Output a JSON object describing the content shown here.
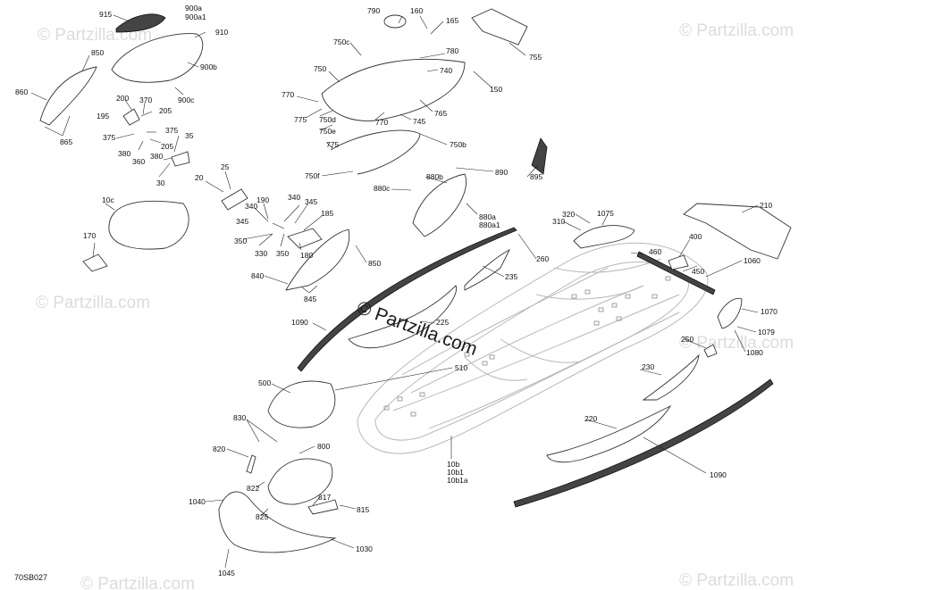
{
  "diagram_code": "70SB027",
  "watermark": "© Partzilla.com",
  "center_watermark": "© Partzilla.com",
  "callouts": {
    "c915": "915",
    "c900a": "900a",
    "c900a1": "900a1",
    "c910": "910",
    "c850a": "850",
    "c860": "860",
    "c865": "865",
    "c900b": "900b",
    "c900c": "900c",
    "c200": "200",
    "c370": "370",
    "c205a": "205",
    "c195": "195",
    "c375a": "375",
    "c375b": "375",
    "c380a": "380",
    "c360": "360",
    "c380b": "380",
    "c205b": "205",
    "c35": "35",
    "c30": "30",
    "c10c": "10c",
    "c170": "170",
    "c25": "25",
    "c20": "20",
    "c190": "190",
    "c340a": "340",
    "c340b": "340",
    "c345a": "345",
    "c345b": "345",
    "c185": "185",
    "c350a": "350",
    "c330": "330",
    "c350b": "350",
    "c180": "180",
    "c850b": "850",
    "c840": "840",
    "c845": "845",
    "c790": "790",
    "c160": "160",
    "c165": "165",
    "c755": "755",
    "c750c": "750c",
    "c780": "780",
    "c750": "750",
    "c740": "740",
    "c150": "150",
    "c770a": "770",
    "c775a": "775",
    "c750d": "750d",
    "c770b": "770",
    "c745": "745",
    "c765": "765",
    "c750e": "750e",
    "c775b": "775",
    "c750b": "750b",
    "c750f": "750f",
    "c890": "890",
    "c895": "895",
    "c880b": "880b",
    "c880c": "880c",
    "c880a": "880a",
    "c880a1": "880a1",
    "c210": "210",
    "c320": "320",
    "c310": "310",
    "c1075": "1075",
    "c400": "400",
    "c460": "460",
    "c450": "450",
    "c1060": "1060",
    "c260": "260",
    "c235": "235",
    "c1090a": "1090",
    "c225": "225",
    "c1070": "1070",
    "c1079": "1079",
    "c1080": "1080",
    "c250": "250",
    "c230": "230",
    "c220": "220",
    "c1090b": "1090",
    "c510": "510",
    "c500": "500",
    "c830": "830",
    "c800": "800",
    "c820": "820",
    "c822": "822",
    "c1040": "1040",
    "c817": "817",
    "c825": "825",
    "c815": "815",
    "c1030": "1030",
    "c1045": "1045",
    "c10b": "10b",
    "c10b1": "10b1",
    "c10b1a": "10b1a"
  }
}
